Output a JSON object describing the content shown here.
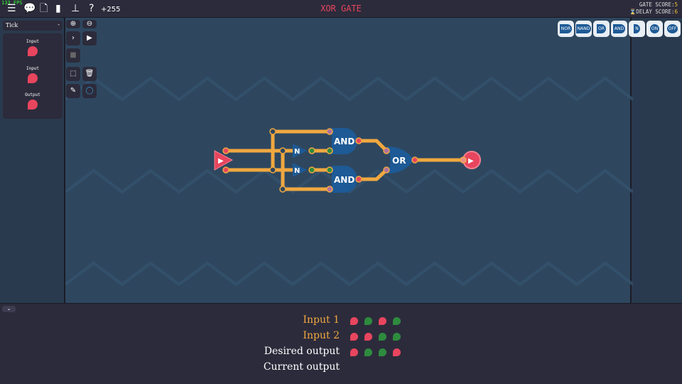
{
  "header": {
    "fps": "133 FPS",
    "level_title": "XOR GATE",
    "counter": "+255",
    "gate_score_label": "GATE SCORE:",
    "gate_score": "5",
    "delay_score_label": "DELAY SCORE:",
    "delay_score": "6",
    "icons": [
      "menu-icon",
      "chat-icon",
      "document-icon",
      "book-icon",
      "hierarchy-icon",
      "help-icon"
    ]
  },
  "sidebar": {
    "tick_label": "Tick",
    "tick_toggle": "-",
    "components": [
      {
        "label": "Input"
      },
      {
        "label": "Input"
      },
      {
        "label": "Output"
      }
    ]
  },
  "palette": [
    "NOR",
    "NAND",
    "OR",
    "AND",
    "N",
    "ON",
    "OFF"
  ],
  "circuit": {
    "gates": [
      "AND",
      "AND",
      "N",
      "N",
      "OR"
    ]
  },
  "truth_table": {
    "colors": {
      "on": "#2e8b3e",
      "off": "#e8455e",
      "input_label": "#f0a840"
    },
    "rows": [
      {
        "label": "Input 1",
        "values": [
          0,
          1,
          0,
          1
        ]
      },
      {
        "label": "Input 2",
        "values": [
          0,
          0,
          1,
          1
        ]
      },
      {
        "label": "Desired output",
        "values": [
          0,
          1,
          1,
          0
        ]
      },
      {
        "label": "Current output",
        "values": []
      }
    ]
  }
}
